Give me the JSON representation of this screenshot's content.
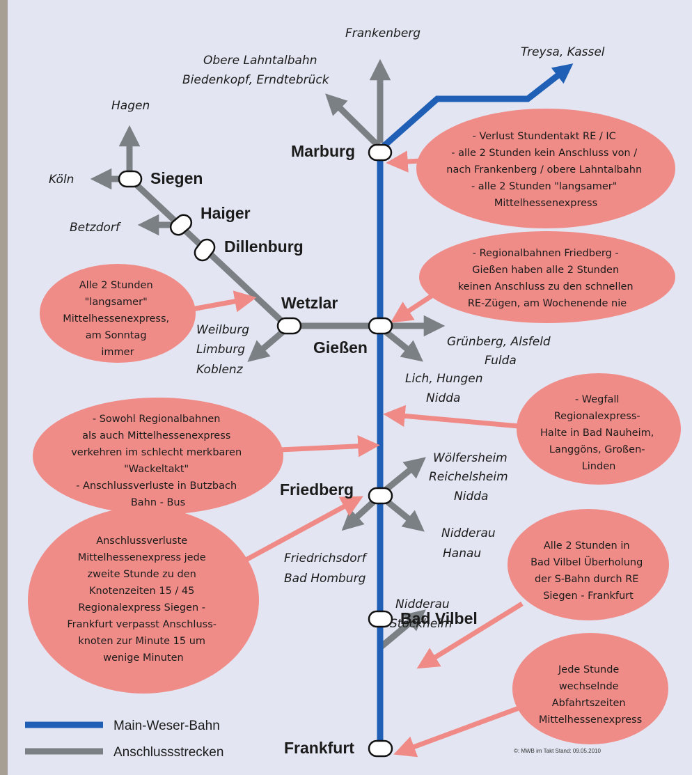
{
  "title": "",
  "colors": {
    "main_line": "#1f5fb5",
    "connection_line": "#7b8084",
    "note_fill": "#f08c88",
    "note_arrow": "#ef8a86",
    "background": "#e3e6f2"
  },
  "stations": {
    "marburg": "Marburg",
    "siegen": "Siegen",
    "haiger": "Haiger",
    "dillenburg": "Dillenburg",
    "wetzlar": "Wetzlar",
    "giessen": "Gießen",
    "friedberg": "Friedberg",
    "bad_vilbel": "Bad Vilbel",
    "frankfurt": "Frankfurt"
  },
  "destinations": {
    "frankenberg": "Frankenberg",
    "treysa": "Treysa, Kassel",
    "lahntal_1": "Obere Lahntalbahn",
    "lahntal_2": "Biedenkopf, Erndtebrück",
    "hagen": "Hagen",
    "koeln": "Köln",
    "betzdorf": "Betzdorf",
    "weilburg_1": "Weilburg",
    "weilburg_2": "Limburg",
    "weilburg_3": "Koblenz",
    "gruenberg_1": "Grünberg, Alsfeld",
    "gruenberg_2": "Fulda",
    "lich_1": "Lich, Hungen",
    "lich_2": "Nidda",
    "woelf_1": "Wölfersheim",
    "woelf_2": "Reichelsheim",
    "woelf_3": "Nidda",
    "nidderau_1": "Nidderau",
    "nidderau_2": "Hanau",
    "friedrichsdorf_1": "Friedrichsdorf",
    "friedrichsdorf_2": "Bad Homburg",
    "stockheim_1": "Nidderau",
    "stockheim_2": "Stockheim"
  },
  "notes": {
    "marburg": [
      "- Verlust Stundentakt RE / IC",
      "- alle 2 Stunden kein Anschluss von /",
      "nach Frankenberg / obere Lahntalbahn",
      "- alle 2 Stunden \"langsamer\"",
      "Mittelhessenexpress"
    ],
    "giessen": [
      "- Regionalbahnen Friedberg -",
      "Gießen haben alle 2 Stunden",
      "keinen Anschluss zu den schnellen",
      "RE-Zügen, am Wochenende nie"
    ],
    "wetzlar": [
      "Alle 2 Stunden",
      "\"langsamer\"",
      "Mittelhessenexpress,",
      "am Sonntag",
      "immer"
    ],
    "regional": [
      "- Sowohl Regionalbahnen",
      "als auch Mittelhessenexpress",
      "verkehren im schlecht merkbaren",
      "\"Wackeltakt\"",
      "- Anschlussverluste in Butzbach",
      "Bahn - Bus"
    ],
    "wegfall": [
      "- Wegfall",
      "Regionalexpress-",
      "Halte in Bad Nauheim,",
      "Langgöns, Großen-",
      "Linden"
    ],
    "anschluss": [
      "Anschlussverluste",
      "Mittelhessenexpress jede",
      "zweite Stunde zu den",
      "Knotenzeiten 15 / 45",
      "Regionalexpress Siegen -",
      "Frankfurt verpasst Anschluss-",
      "knoten zur Minute 15 um",
      "wenige Minuten"
    ],
    "badvilbel": [
      "Alle 2 Stunden in",
      "Bad Vilbel Überholung",
      "der S-Bahn durch RE",
      "Siegen - Frankfurt"
    ],
    "jede": [
      "Jede Stunde",
      "wechselnde",
      "Abfahrtszeiten",
      "Mittelhessenexpress"
    ]
  },
  "legend": {
    "main_line": "Main-Weser-Bahn",
    "connections": "Anschlussstrecken"
  },
  "credit": "©: MWB im Takt  Stand: 09.05.2010"
}
